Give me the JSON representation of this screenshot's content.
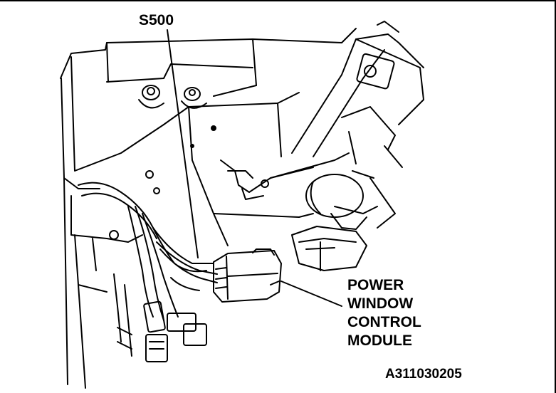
{
  "diagram": {
    "callouts": {
      "splice": "S500",
      "module_lines": [
        "POWER",
        "WINDOW",
        "CONTROL",
        "MODULE"
      ]
    },
    "figure_code": "A311030205"
  }
}
